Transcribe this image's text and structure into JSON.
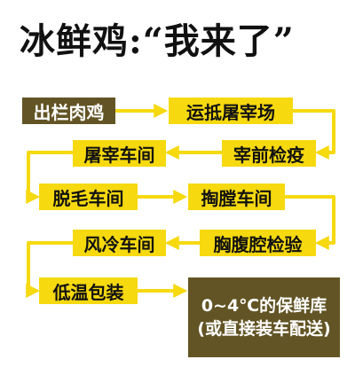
{
  "title": "冰鲜鸡:“我来了”",
  "colors": {
    "accent_yellow": "#f6d90f",
    "dark_box": "#625424",
    "text": "#111111"
  },
  "steps": [
    "出栏肉鸡",
    "运抵屠宰场",
    "宰前检疫",
    "屠宰车间",
    "脱毛车间",
    "掏膛车间",
    "胸腹腔检验",
    "风冷车间",
    "低温包装",
    "0~4℃的保鲜库(或直接装车配送)"
  ]
}
